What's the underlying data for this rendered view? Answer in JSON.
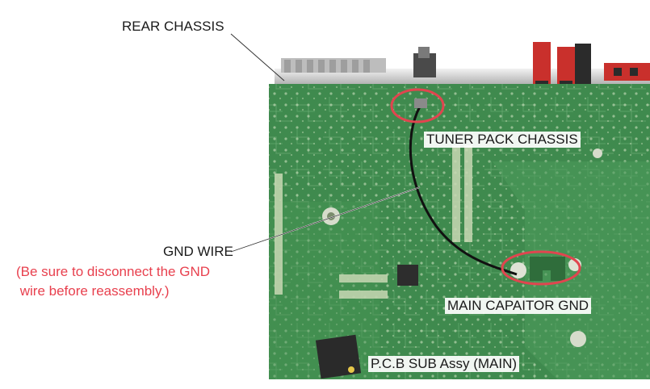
{
  "labels": {
    "rear_chassis": "REAR CHASSIS",
    "tuner_pack_chassis": "TUNER PACK CHASSIS",
    "gnd_wire": "GND WIRE",
    "note_line1": "(Be sure to disconnect the GND",
    "note_line2": " wire before reassembly.)",
    "main_capacitor_gnd": "MAIN CAPAITOR GND",
    "pcb_sub_assy": "P.C.B SUB Assy (MAIN)"
  },
  "colors": {
    "pcb_green": "#3f8a4e",
    "highlight_circle": "#e0454f",
    "note_text": "#e8404e",
    "leader_line": "#333333"
  }
}
